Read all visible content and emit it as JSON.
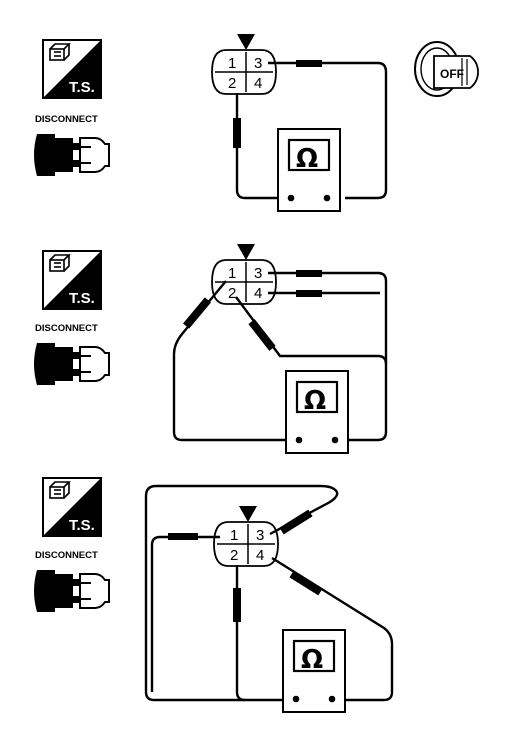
{
  "panels": [
    {
      "ts_label": "T.S.",
      "disconnect_label": "DISCONNECT",
      "pins": [
        "1",
        "3",
        "2",
        "4"
      ],
      "meter_symbol": "Ω",
      "key_label": "OFF"
    },
    {
      "ts_label": "T.S.",
      "disconnect_label": "DISCONNECT",
      "pins": [
        "1",
        "3",
        "2",
        "4"
      ],
      "meter_symbol": "Ω"
    },
    {
      "ts_label": "T.S.",
      "disconnect_label": "DISCONNECT",
      "pins": [
        "1",
        "3",
        "2",
        "4"
      ],
      "meter_symbol": "Ω"
    }
  ],
  "icons": {
    "ts_icon": "tester-ts-icon",
    "disconnect_icon": "disconnect-connector-icon",
    "ignition_icon": "ignition-key-off-icon",
    "meter_icon": "ohmmeter-icon"
  }
}
